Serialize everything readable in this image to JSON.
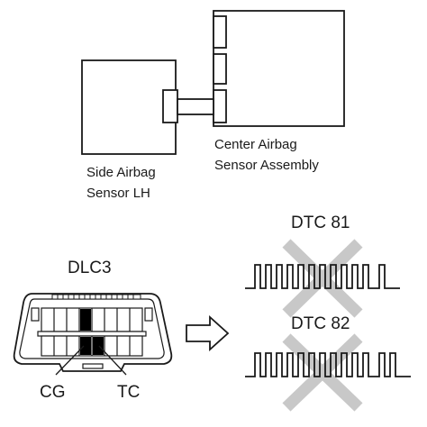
{
  "components": {
    "side_sensor": {
      "label_line1": "Side Airbag",
      "label_line2": "Sensor LH"
    },
    "center_sensor": {
      "label_line1": "Center Airbag",
      "label_line2": "Sensor Assembly"
    }
  },
  "dlc3": {
    "title": "DLC3",
    "terminal_left": "CG",
    "terminal_right": "TC"
  },
  "dtc_signals": [
    {
      "code": "DTC 81"
    },
    {
      "code": "DTC 82"
    }
  ],
  "colors": {
    "line": "#1a1a1a",
    "cross": "#c8c8c8",
    "terminal_fill": "#000000"
  },
  "icons": [
    "arrow-right-icon",
    "cross-mark-icon"
  ]
}
